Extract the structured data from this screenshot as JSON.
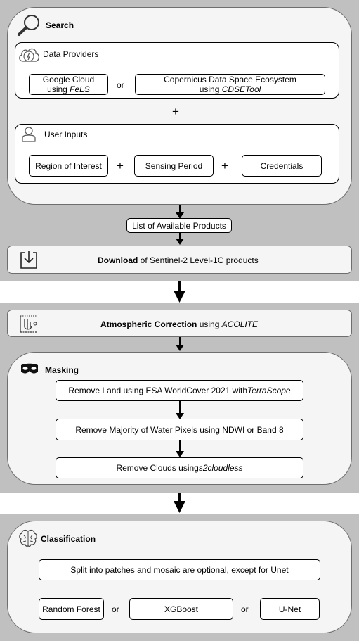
{
  "search": {
    "title": "Search",
    "data_providers": {
      "title": "Data Providers",
      "google": {
        "line1": "Google Cloud",
        "line2_prefix": "using ",
        "line2_em": "FeLS"
      },
      "or": "or",
      "copernicus": {
        "line1": "Copernicus Data Space Ecosystem",
        "line2_prefix": "using ",
        "line2_em": "CDSETool"
      }
    },
    "plus": "+",
    "user_inputs": {
      "title": "User Inputs",
      "region": "Region of Interest",
      "plus1": "+",
      "sensing": "Sensing Period",
      "plus2": "+",
      "credentials": "Credentials"
    },
    "list_products": "List of Available Products",
    "download": {
      "bold": "Download",
      "rest": " of Sentinel-2 Level-1C products"
    }
  },
  "processing": {
    "atmospheric": {
      "bold": "Atmospheric Correction",
      "rest": " using ",
      "em": "ACOLITE"
    },
    "masking": {
      "title": "Masking",
      "step1": {
        "text": "Remove Land using ESA WorldCover 2021 with ",
        "em": "TerraScope"
      },
      "step2": "Remove Majority of Water Pixels using NDWI or Band 8",
      "step3": {
        "text": "Remove Clouds using ",
        "em": "s2cloudless"
      }
    }
  },
  "classification": {
    "title": "Classification",
    "note": "Split into patches and mosaic are optional, except for Unet",
    "rf": "Random Forest",
    "or1": "or",
    "xgb": "XGBoost",
    "or2": "or",
    "unet": "U-Net"
  },
  "colors": {
    "panel": "#c0c0c0",
    "inner": "#f5f5f5",
    "border": "#6e6e6e"
  }
}
